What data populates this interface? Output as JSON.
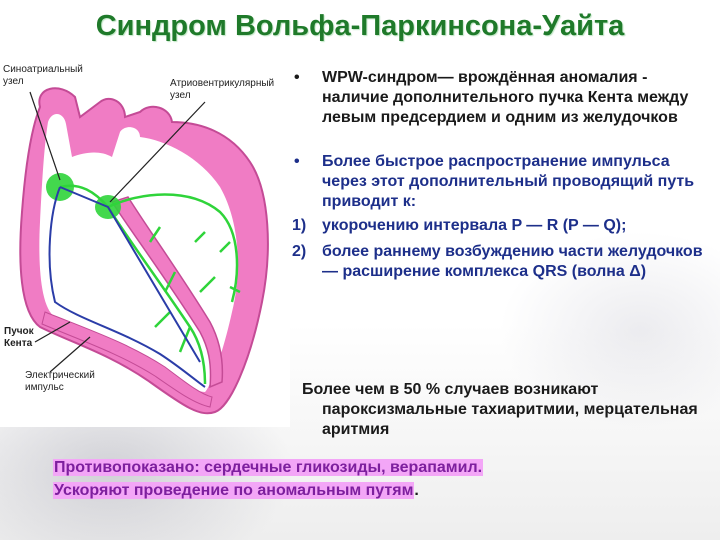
{
  "title": "Синдром Вольфа-Паркинсона-Уайта",
  "diagram": {
    "labels": {
      "sa_node": "Синоатриальный\nузел",
      "av_node": "Атриовентрикулярный\nузел",
      "kent_bundle": "Пучок\nКента",
      "impulse": "Электрический\nимпульс"
    },
    "colors": {
      "heart_wall": "#f07cc4",
      "conduction": "#2fd43a",
      "impulse_path": "#2b3da8"
    }
  },
  "bullets": [
    {
      "marker": "•",
      "text": "WPW-синдром— врождённая аномалия - наличие дополнительного пучка Кента между левым предсердием и одним из желудочков"
    },
    {
      "marker": "•",
      "text": "Более быстрое распространение импульса через этот дополнительный проводящий путь приводит к:"
    }
  ],
  "numbered": [
    {
      "num": "1)",
      "text": "укорочению интервала P — R (P — Q);"
    },
    {
      "num": "2)",
      "text": "более раннему возбуждению части желудочков — расширение комплекса QRS (волна Δ)"
    }
  ],
  "note": {
    "first": "Более чем в 50 % случаев возникают",
    "rest": "пароксизмальные тахиаритмии, мерцательная аритмия"
  },
  "warning": {
    "line1": "Противопоказано: сердечные гликозиды, верапамил.",
    "line2": "Ускоряют проведение по аномальным путям",
    "line2_end": "."
  }
}
